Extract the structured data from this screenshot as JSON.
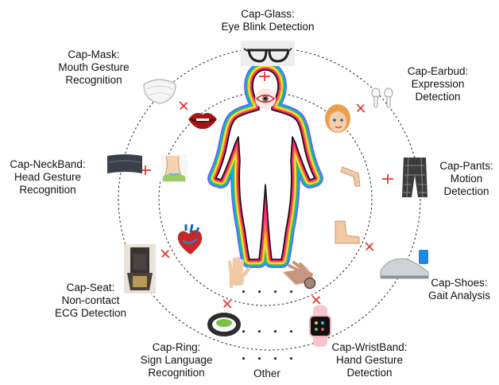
{
  "devices": [
    {
      "id": "glass",
      "lines": [
        "Cap-Glass:",
        "Eye Blink Detection"
      ]
    },
    {
      "id": "mask",
      "lines": [
        "Cap-Mask:",
        "Mouth Gesture",
        "Recognition"
      ]
    },
    {
      "id": "earbud",
      "lines": [
        "Cap-Earbud:",
        "Expression",
        "Detection"
      ]
    },
    {
      "id": "neckband",
      "lines": [
        "Cap-NeckBand:",
        "Head Gesture",
        "Recognition"
      ]
    },
    {
      "id": "pants",
      "lines": [
        "Cap-Pants:",
        "Motion",
        "Detection"
      ]
    },
    {
      "id": "seat",
      "lines": [
        "Cap-Seat:",
        "Non-contact",
        "ECG Detection"
      ]
    },
    {
      "id": "shoes",
      "lines": [
        "Cap-Shoes:",
        "Gait Analysis"
      ]
    },
    {
      "id": "ring",
      "lines": [
        "Cap-Ring:",
        "Sign Language",
        "Recognition"
      ]
    },
    {
      "id": "wristband",
      "lines": [
        "Cap-WristBand:",
        "Hand Gesture",
        "Detection"
      ]
    },
    {
      "id": "other",
      "lines": [
        "Other"
      ]
    }
  ],
  "ellipsis": ". . . .",
  "colors": {
    "connector": "#e53935",
    "circle": "#222222",
    "aura": [
      "#7c4dff",
      "#2196f3",
      "#00bcd4",
      "#4caf50",
      "#cddc39",
      "#ffeb3b",
      "#ff9800",
      "#ff4081",
      "#e91e63"
    ]
  },
  "icons": [
    "eye-icon",
    "lips-icon",
    "face-icon",
    "neck-icon",
    "leg-icon",
    "heart-icon",
    "foot-icon",
    "hand-icon",
    "wrist-hand-icon",
    "glasses-icon",
    "mask-icon",
    "earbud-icon",
    "neckband-icon",
    "pants-icon",
    "seat-icon",
    "shoe-icon",
    "ring-icon",
    "smartwatch-icon",
    "human-body-icon"
  ]
}
